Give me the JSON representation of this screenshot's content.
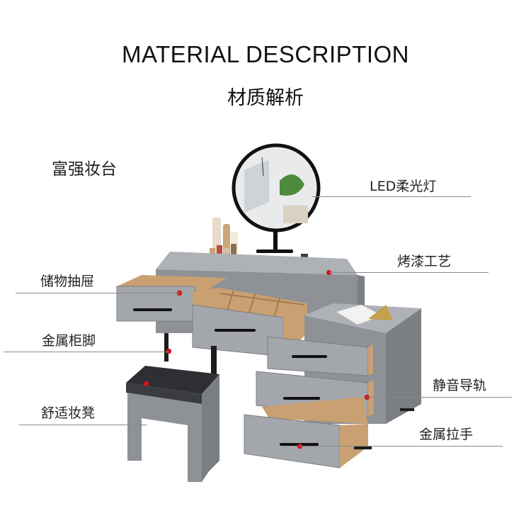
{
  "header": {
    "title_en": "MATERIAL DESCRIPTION",
    "title_cn": "材质解析"
  },
  "product": {
    "name": "富强妆台"
  },
  "callouts": [
    {
      "id": "led-light",
      "label": "LED柔光灯"
    },
    {
      "id": "paint",
      "label": "烤漆工艺"
    },
    {
      "id": "drawer",
      "label": "储物抽屉"
    },
    {
      "id": "metal-leg",
      "label": "金属柜脚"
    },
    {
      "id": "silent-rail",
      "label": "静音导轨"
    },
    {
      "id": "stool",
      "label": "舒适妆凳"
    },
    {
      "id": "metal-handle",
      "label": "金属拉手"
    }
  ],
  "colors": {
    "body": "#8e9196",
    "body_light": "#a3a6ab",
    "wood": "#c8a071",
    "metal": "#1c1c1c",
    "marker": "#d6131b",
    "leader": "#8a8a8a"
  }
}
